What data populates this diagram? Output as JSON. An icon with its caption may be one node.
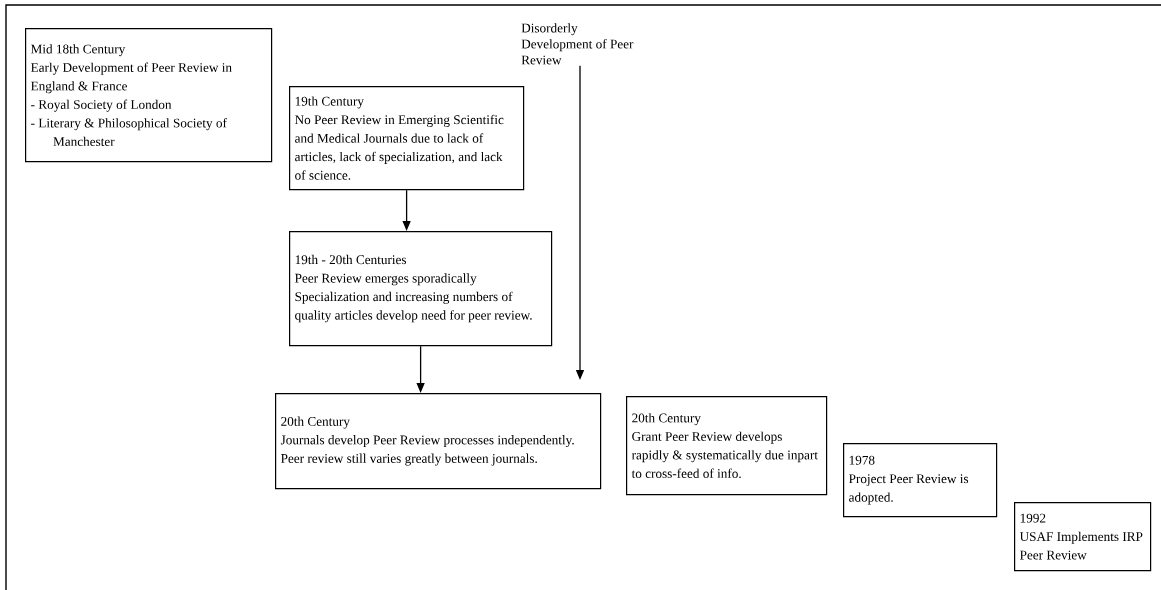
{
  "diagram": {
    "nodes": [
      {
        "text": [
          "Mid 18th Century",
          "Early Development of Peer Review in England & France",
          "- Royal Society of London",
          "- Literary & Philosophical Society of Manchester"
        ]
      },
      {
        "text": [
          "19th Century",
          "No Peer Review in Emerging Scientific and Medical Journals due to lack of articles, lack of specialization, and lack of science."
        ]
      },
      {
        "text": [
          "19th - 20th Centuries",
          "Peer Review emerges sporadically",
          "Specialization and increasing numbers of quality articles develop need for peer review."
        ]
      },
      {
        "text": [
          "20th Century",
          "Journals develop Peer Review processes independently. Peer review still varies greatly between journals."
        ]
      },
      {
        "text": [
          "20th Century",
          "Grant Peer Review develops rapidly & systematically due inpart to cross-feed of info."
        ]
      },
      {
        "text": [
          "1978",
          "Project Peer Review is adopted."
        ]
      },
      {
        "text": [
          "1992",
          "USAF Implements IRP Peer Review"
        ]
      },
      {
        "text": [
          "Disorderly Development of Peer Review"
        ]
      }
    ],
    "edges": [
      {
        "from": 1,
        "to": 2,
        "arrow": "to"
      },
      {
        "from": 2,
        "to": 3,
        "arrow": "to"
      },
      {
        "from": 7,
        "to": null,
        "arrow": "to"
      }
    ]
  }
}
